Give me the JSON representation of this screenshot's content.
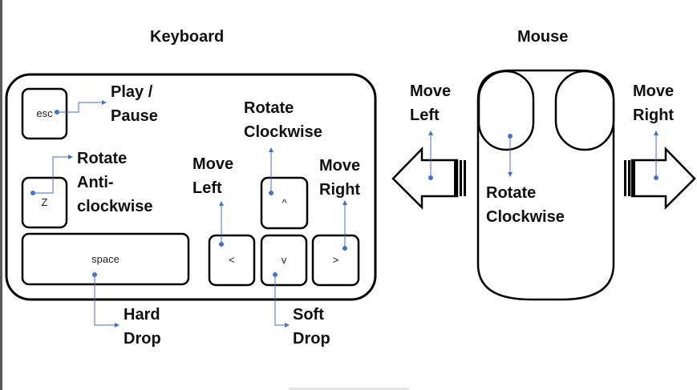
{
  "sections": {
    "keyboard_title": "Keyboard",
    "mouse_title": "Mouse"
  },
  "keys": {
    "esc": "esc",
    "z": "Z",
    "space": "space",
    "up": "^",
    "left": "<",
    "down": "v",
    "right": ">"
  },
  "keyboard_labels": {
    "play_pause": "Play /\nPause",
    "rotate_anticlockwise": "Rotate\nAnti-\nclockwise",
    "rotate_clockwise": "Rotate\nClockwise",
    "move_left": "Move\nLeft",
    "move_right": "Move\nRight",
    "hard_drop": "Hard\nDrop",
    "soft_drop": "Soft\nDrop"
  },
  "mouse_labels": {
    "move_left": "Move\nLeft",
    "move_right": "Move\nRight",
    "rotate_clockwise": "Rotate\nClockwise"
  },
  "colors": {
    "outline": "#000000",
    "connector": "#4472c4",
    "text": "#111111"
  },
  "icons": {
    "left_arrow": "left-arrow-icon",
    "right_arrow": "right-arrow-icon",
    "mouse": "mouse-icon"
  }
}
